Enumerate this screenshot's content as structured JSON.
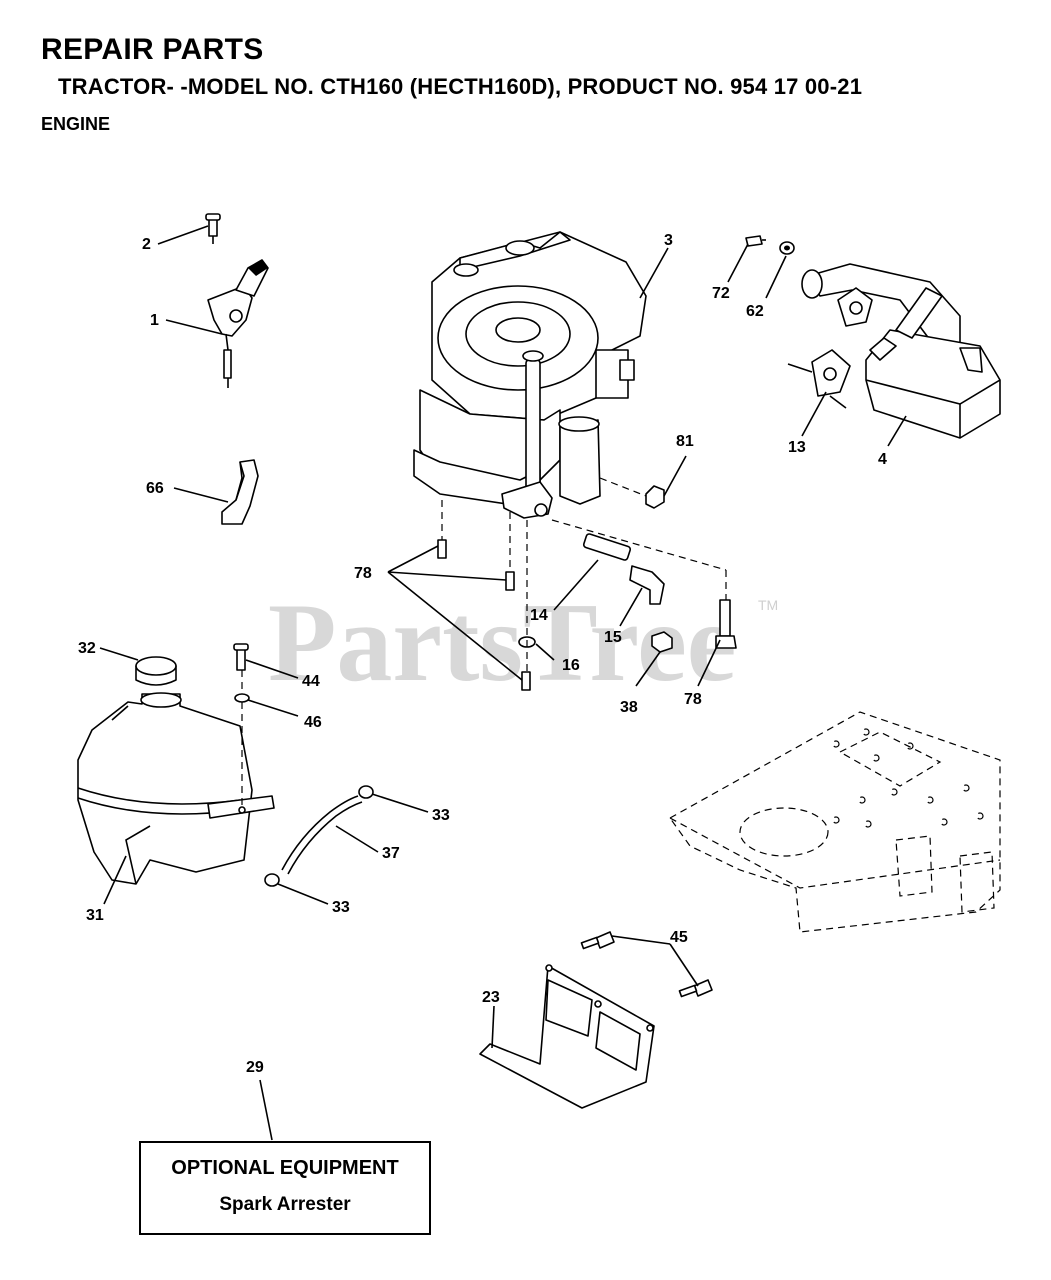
{
  "header": {
    "title": "REPAIR PARTS",
    "model_line": "TRACTOR- -MODEL NO. CTH160 (HECTH160D), PRODUCT NO. 954 17 00-21",
    "section": "ENGINE"
  },
  "watermark": {
    "text": "PartsTree",
    "tm": "TM"
  },
  "callouts": {
    "c1": "1",
    "c2": "2",
    "c3": "3",
    "c4": "4",
    "c13": "13",
    "c14": "14",
    "c15": "15",
    "c16": "16",
    "c23": "23",
    "c29": "29",
    "c31": "31",
    "c32": "32",
    "c33a": "33",
    "c33b": "33",
    "c37": "37",
    "c38": "38",
    "c44": "44",
    "c45": "45",
    "c46": "46",
    "c62": "62",
    "c66": "66",
    "c72": "72",
    "c78a": "78",
    "c78b": "78",
    "c81": "81"
  },
  "optional_box": {
    "title": "OPTIONAL EQUIPMENT",
    "item": "Spark Arrester"
  }
}
